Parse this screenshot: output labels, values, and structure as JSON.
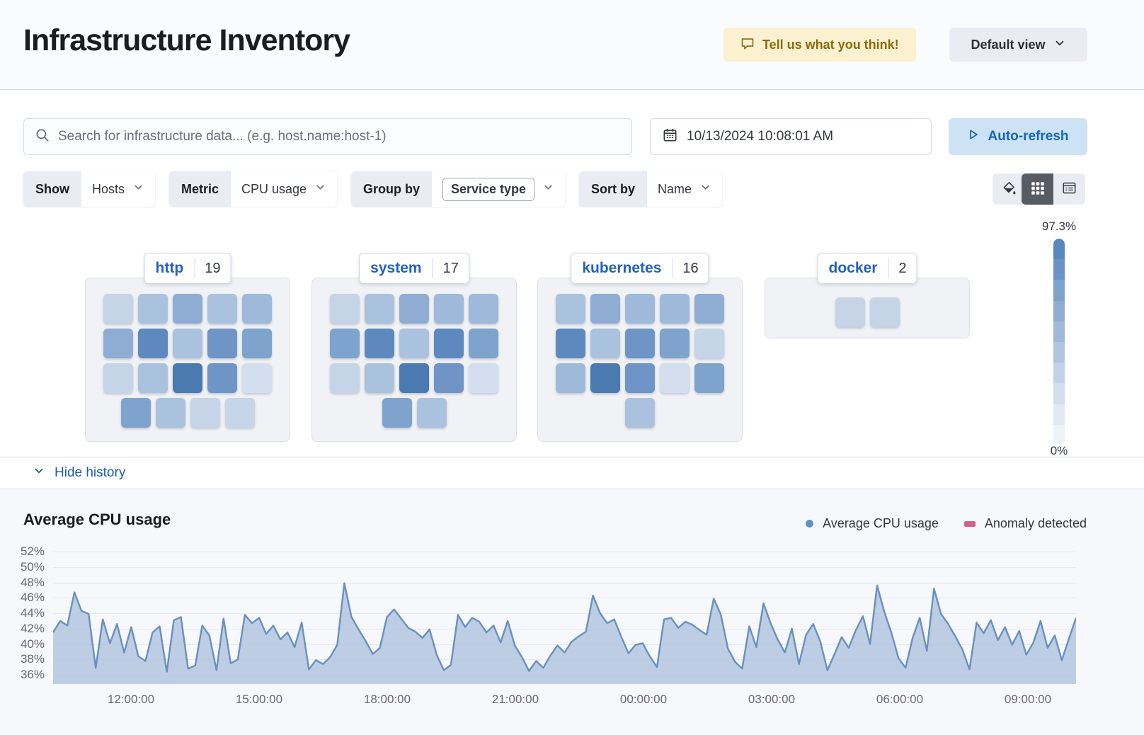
{
  "header": {
    "title": "Infrastructure Inventory",
    "feedback_button": "Tell us what you think!",
    "view_button": "Default view"
  },
  "toolbar": {
    "search_placeholder": "Search for infrastructure data... (e.g. host.name:host-1)",
    "date_value": "10/13/2024 10:08:01 AM",
    "auto_refresh_label": "Auto-refresh"
  },
  "filters": {
    "show": {
      "label": "Show",
      "value": "Hosts"
    },
    "metric": {
      "label": "Metric",
      "value": "CPU usage"
    },
    "group_by": {
      "label": "Group by",
      "value": "Service type"
    },
    "sort_by": {
      "label": "Sort by",
      "value": "Name"
    }
  },
  "waffle": {
    "scale": {
      "max": "97.3%",
      "min": "0%",
      "steps": [
        "#5a87bc",
        "#6b92c4",
        "#7da2cb",
        "#8fadd2",
        "#9fb8d9",
        "#b0c5e0",
        "#c2d1e7",
        "#d3deee",
        "#e2e9f4",
        "#eef2f9"
      ]
    },
    "groups": [
      {
        "name": "http",
        "count": 19,
        "rows": [
          [
            "#c6d4e8",
            "#abc2df",
            "#8fadd3",
            "#abc2df",
            "#9fb9da"
          ],
          [
            "#8fadd3",
            "#5d89be",
            "#abc2df",
            "#6e95c5",
            "#7ea3cc"
          ],
          [
            "#c6d4e8",
            "#abc2df",
            "#4a7ab0",
            "#6e95c5",
            "#d3deee"
          ],
          [
            "#7ea3cc",
            "#abc2df",
            "#c6d4e8",
            "#c6d4e8"
          ]
        ]
      },
      {
        "name": "system",
        "count": 17,
        "rows": [
          [
            "#c6d4e8",
            "#abc2df",
            "#8fadd3",
            "#9fb9da",
            "#9fb9da"
          ],
          [
            "#7ea3cc",
            "#5d89be",
            "#abc2df",
            "#5d89be",
            "#7ea3cc"
          ],
          [
            "#c6d4e8",
            "#abc2df",
            "#4a7ab0",
            "#6e95c5",
            "#d3deee"
          ],
          [
            "#7ea3cc",
            "#abc2df"
          ]
        ]
      },
      {
        "name": "kubernetes",
        "count": 16,
        "rows": [
          [
            "#abc2df",
            "#8fadd3",
            "#9fb9da",
            "#9fb9da",
            "#8fadd3"
          ],
          [
            "#5d89be",
            "#abc2df",
            "#6e95c5",
            "#7ea3cc",
            "#c6d4e8"
          ],
          [
            "#9fb9da",
            "#4a7ab0",
            "#6e95c5",
            "#d3deee",
            "#7ea3cc"
          ],
          [
            "#abc2df"
          ]
        ]
      },
      {
        "name": "docker",
        "count": 2,
        "rows": [
          [
            "#c6d4e8",
            "#c6d4e8"
          ]
        ]
      }
    ]
  },
  "history": {
    "toggle_label": "Hide history"
  },
  "chart_data": {
    "type": "area",
    "title": "Average CPU usage",
    "legend": [
      {
        "label": "Average CPU usage",
        "color": "#6092c0",
        "marker": "dot"
      },
      {
        "label": "Anomaly detected",
        "color": "#cf6684",
        "marker": "bar"
      }
    ],
    "legend_position": "top-right",
    "grid": true,
    "unit": "percent",
    "y_range": [
      36,
      52
    ],
    "y_ticks": [
      "52%",
      "50%",
      "48%",
      "46%",
      "44%",
      "42%",
      "40%",
      "38%",
      "36%"
    ],
    "x_ticks": [
      "12:00:00",
      "15:00:00",
      "18:00:00",
      "21:00:00",
      "00:00:00",
      "03:00:00",
      "06:00:00",
      "09:00:00"
    ],
    "line_color": "#6990bf",
    "fill_color": "#b3c6de",
    "values": [
      41.5,
      43.0,
      42.4,
      46.7,
      44.3,
      43.9,
      36.9,
      43.2,
      40.1,
      42.6,
      38.9,
      42.2,
      38.4,
      37.8,
      41.5,
      42.3,
      36.4,
      43.1,
      43.5,
      36.8,
      37.2,
      42.4,
      41.1,
      36.6,
      43.3,
      37.5,
      38.0,
      43.8,
      42.7,
      43.4,
      41.3,
      42.4,
      40.6,
      41.5,
      39.6,
      42.8,
      36.7,
      37.9,
      37.4,
      38.3,
      39.9,
      47.9,
      43.5,
      41.9,
      40.4,
      38.7,
      39.5,
      43.5,
      44.5,
      43.3,
      42.1,
      41.6,
      40.8,
      41.9,
      38.6,
      36.6,
      37.3,
      43.8,
      42.2,
      43.4,
      42.9,
      41.5,
      42.4,
      40.2,
      43.0,
      39.8,
      38.3,
      36.5,
      37.8,
      36.9,
      38.5,
      39.8,
      38.9,
      40.3,
      41.0,
      41.6,
      46.3,
      44.0,
      42.7,
      43.2,
      40.9,
      38.8,
      39.9,
      40.1,
      38.4,
      37.0,
      43.2,
      43.4,
      42.1,
      42.9,
      42.5,
      41.8,
      41.2,
      45.9,
      43.8,
      39.4,
      37.7,
      36.8,
      42.3,
      39.6,
      45.3,
      42.7,
      40.6,
      38.9,
      42.0,
      37.4,
      41.2,
      42.6,
      40.3,
      36.6,
      38.7,
      40.9,
      39.5,
      41.8,
      43.6,
      40.0,
      47.6,
      44.2,
      41.5,
      38.2,
      36.9,
      40.8,
      43.4,
      39.1,
      47.2,
      43.9,
      42.6,
      41.0,
      39.3,
      36.7,
      42.8,
      41.4,
      43.1,
      40.5,
      42.2,
      39.9,
      41.7,
      38.6,
      40.2,
      43.0,
      39.5,
      41.1,
      37.9,
      40.7,
      43.4
    ]
  }
}
